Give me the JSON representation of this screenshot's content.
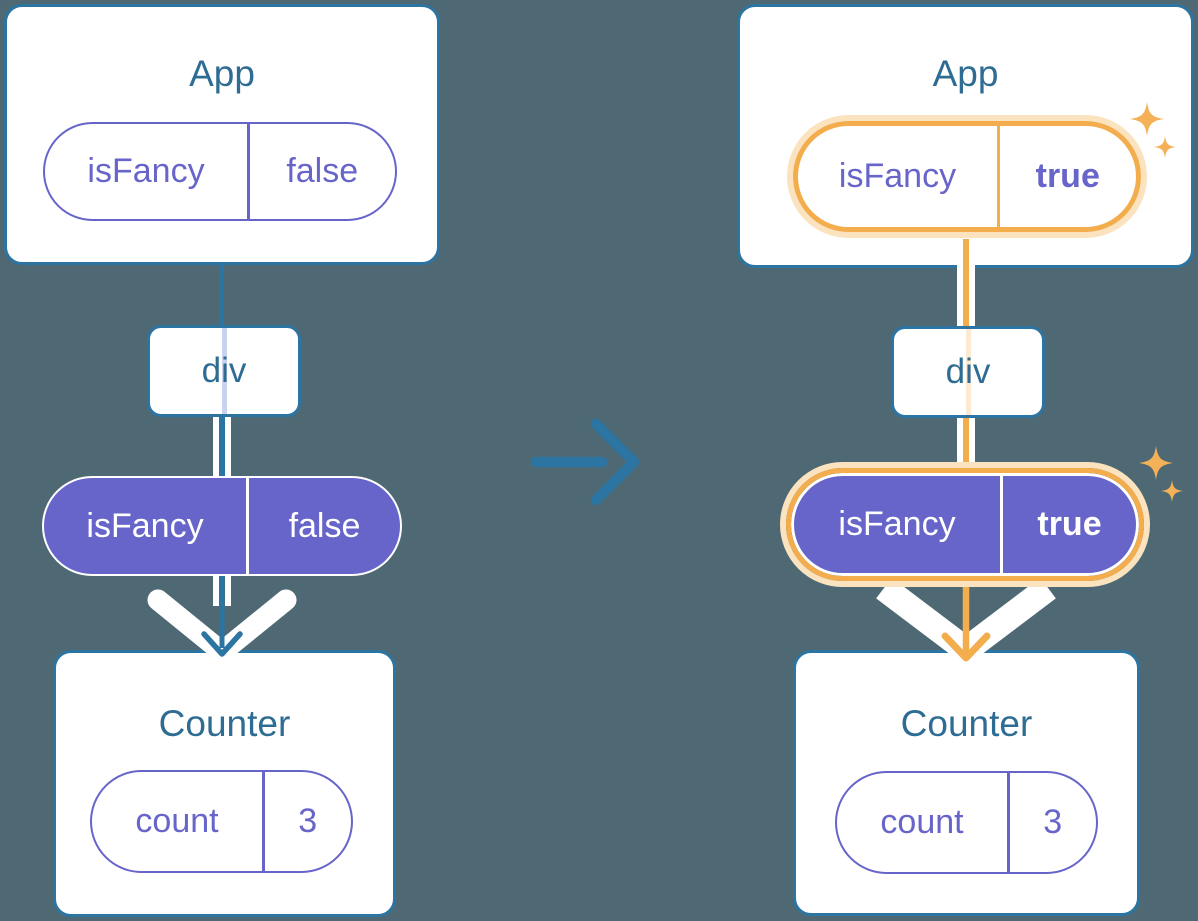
{
  "colors": {
    "background": "#4E6973",
    "teal_accent": "#2C74A2",
    "heading_text": "#2E6C93",
    "purple": "#6765C9",
    "orange": "#F3AD4D",
    "orange_pale": "#FAE3BE",
    "lavender_line": "#C9D3ED",
    "peach_line": "#FCEBD2",
    "sparkle": "#F5B158",
    "white": "#FFFFFF"
  },
  "icons": {
    "transition_arrow": "right-arrow",
    "prop_flow_arrow": "down-arrow",
    "highlight": "four-point-sparkle"
  },
  "before": {
    "app": {
      "title": "App",
      "state_name": "isFancy",
      "state_value": "false"
    },
    "div": {
      "label": "div"
    },
    "prop": {
      "name": "isFancy",
      "value": "false"
    },
    "counter": {
      "title": "Counter",
      "state_name": "count",
      "state_value": "3"
    }
  },
  "after": {
    "app": {
      "title": "App",
      "state_name": "isFancy",
      "state_value": "true"
    },
    "div": {
      "label": "div"
    },
    "prop": {
      "name": "isFancy",
      "value": "true"
    },
    "counter": {
      "title": "Counter",
      "state_name": "count",
      "state_value": "3"
    }
  }
}
